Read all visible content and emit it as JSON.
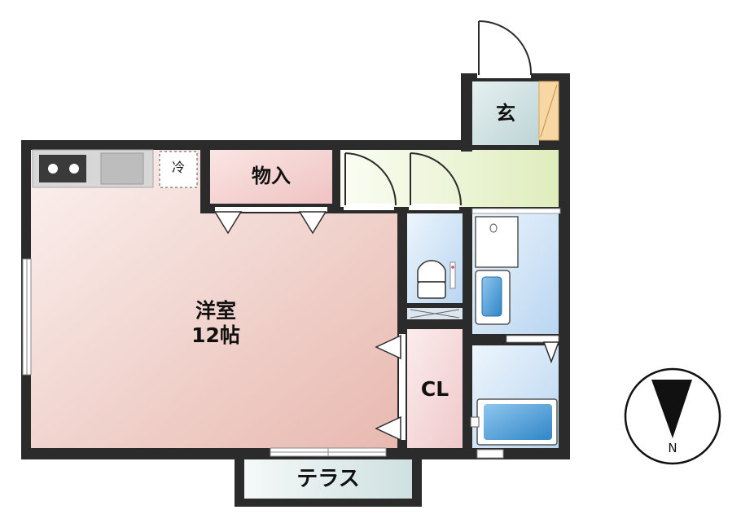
{
  "rooms": {
    "entrance": "玄",
    "storage": "物入",
    "western_room_name": "洋室",
    "western_room_size": "12帖",
    "closet": "CL",
    "terrace": "テラス",
    "fridge": "冷"
  },
  "compass": {
    "north_label": "N"
  },
  "colors": {
    "wall": "#2b2b2b",
    "western_room": "#efc7bf",
    "storage": "#f5d2d0",
    "closet": "#f6dadb",
    "hall": "#eef5d4",
    "toilet": "#d6e6f6",
    "wash": "#cfe3f5",
    "bath": "#d3e5f5",
    "entrance": "#cde0e2",
    "shoe_box": "#f7d8a4",
    "terrace": "#e3eeee",
    "tub": "#4a9bd4"
  }
}
